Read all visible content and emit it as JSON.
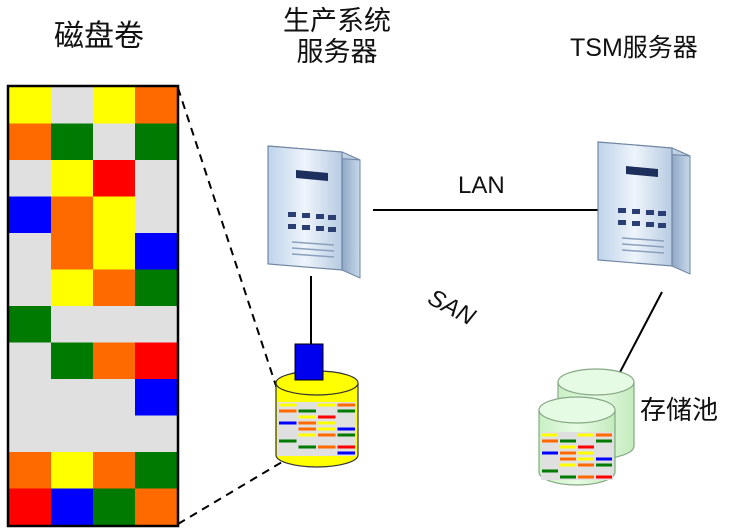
{
  "labels": {
    "disk_volume": "磁盘卷",
    "production_server_line1": "生产系统",
    "production_server_line2": "服务器",
    "tsm_server": "TSM服务器",
    "lan": "LAN",
    "san": "SAN",
    "storage_pool": "存储池"
  },
  "colors": {
    "Y": "#ffff00",
    "G": "#e0e0e0",
    "O": "#ff6a00",
    "D": "#007a00",
    "R": "#ff0000",
    "B": "#0000ff",
    "disk_top_yellow": "#ffff00",
    "pool_green": "#d6f7d2",
    "pool_rim": "#86a886",
    "lun_blue": "#0000ee"
  },
  "volume_grid": [
    [
      "Y",
      "G",
      "Y",
      "O"
    ],
    [
      "O",
      "D",
      "G",
      "D"
    ],
    [
      "G",
      "Y",
      "R",
      "G"
    ],
    [
      "B",
      "O",
      "Y",
      "G"
    ],
    [
      "G",
      "O",
      "Y",
      "B"
    ],
    [
      "G",
      "Y",
      "O",
      "D"
    ],
    [
      "D",
      "G",
      "G",
      "G"
    ],
    [
      "G",
      "D",
      "O",
      "R"
    ],
    [
      "G",
      "G",
      "G",
      "B"
    ],
    [
      "G",
      "G",
      "G",
      "G"
    ],
    [
      "O",
      "Y",
      "O",
      "D"
    ],
    [
      "R",
      "B",
      "D",
      "O"
    ]
  ],
  "icons": {
    "production_server": "server-tower-icon",
    "tsm_server": "server-tower-icon",
    "production_disk": "disk-cylinder-icon",
    "storage_pool": "disk-stack-icon"
  }
}
